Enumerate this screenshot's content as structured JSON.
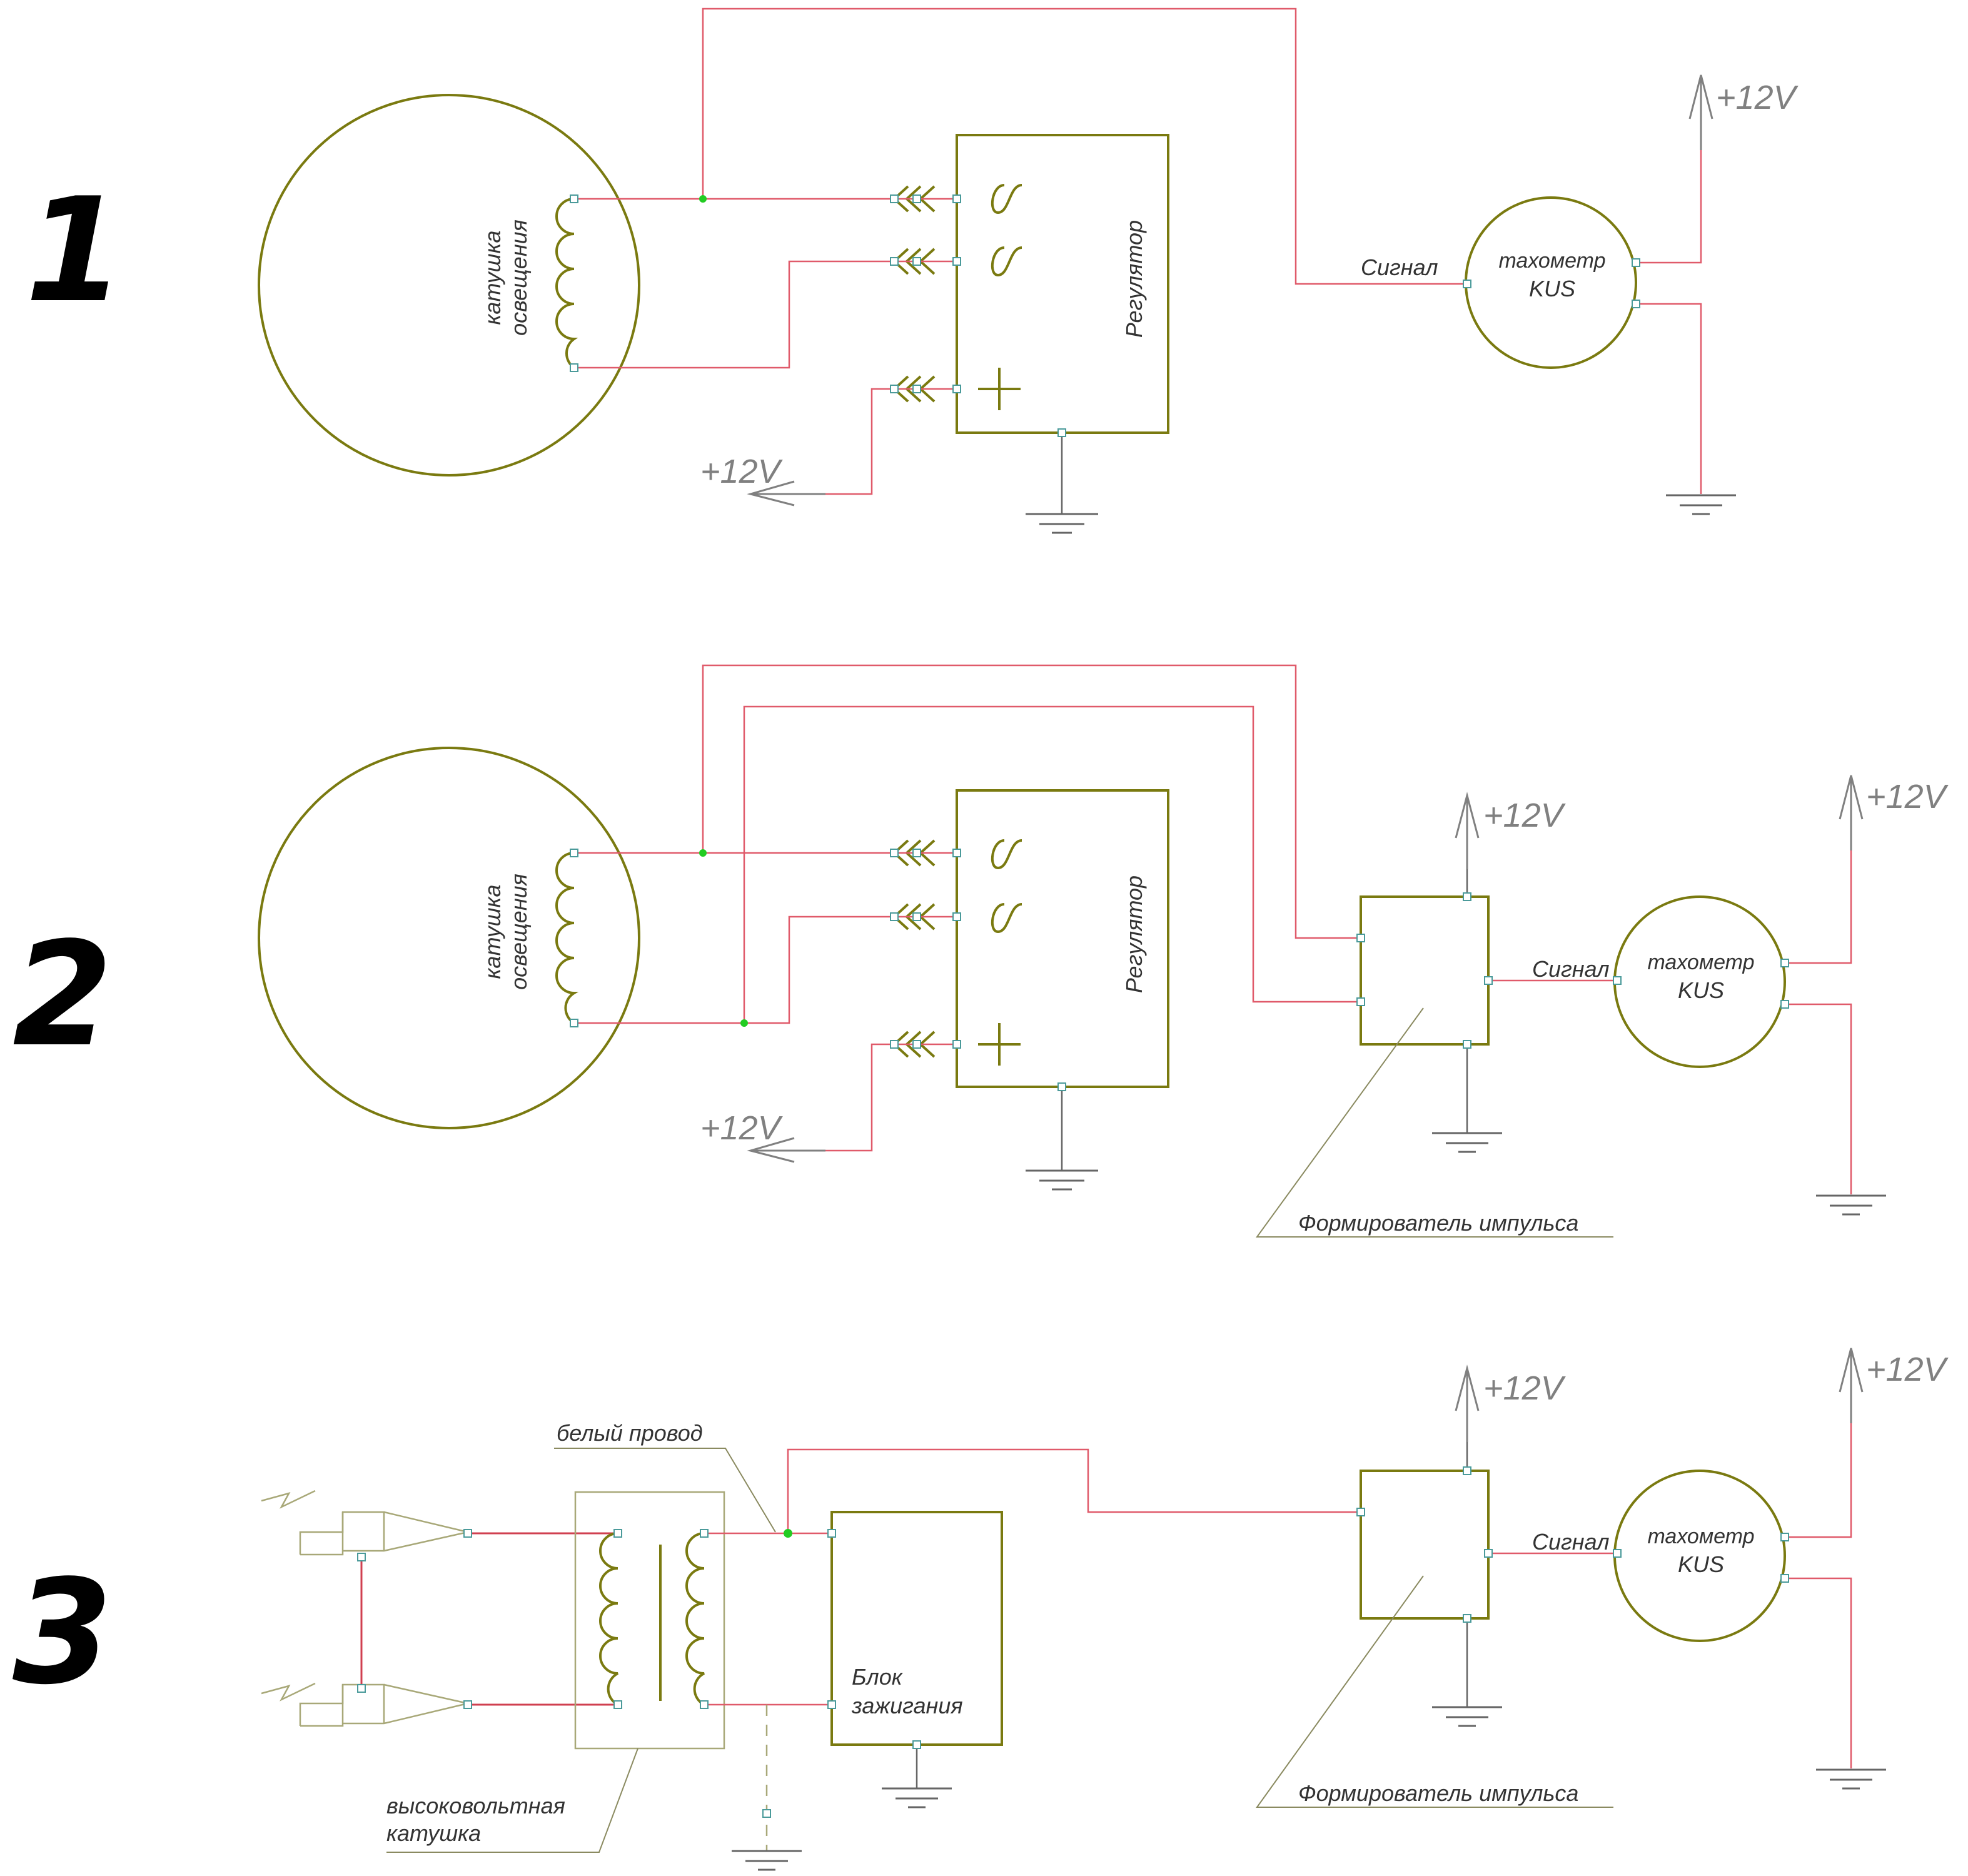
{
  "sections": [
    {
      "number": "1",
      "coil_label_line1": "катушка",
      "coil_label_line2": "освещения",
      "regulator_label": "Регулятор",
      "signal_label": "Сигнал",
      "tacho_line1": "тахометр",
      "tacho_line2": "KUS",
      "supply_label": "+12V",
      "reg_supply_label": "+12V"
    },
    {
      "number": "2",
      "coil_label_line1": "катушка",
      "coil_label_line2": "освещения",
      "regulator_label": "Регулятор",
      "shaper_supply_label": "+12V",
      "signal_label": "Сигнал",
      "tacho_line1": "тахометр",
      "tacho_line2": "KUS",
      "supply_label": "+12V",
      "reg_supply_label": "+12V",
      "shaper_label": "Формирователь импульса"
    },
    {
      "number": "3",
      "white_wire_label": "белый провод",
      "hv_coil_line1": "высоковольтная",
      "hv_coil_line2": "катушка",
      "ignition_line1": "Блок",
      "ignition_line2": "зажигания",
      "shaper_supply_label": "+12V",
      "signal_label": "Сигнал",
      "tacho_line1": "тахометр",
      "tacho_line2": "KUS",
      "supply_label": "+12V",
      "shaper_label": "Формирователь импульса"
    }
  ],
  "colors": {
    "component": "#7a7a10",
    "wire": "#e05a6a",
    "ground": "#666666",
    "junction": "#22cc22"
  }
}
